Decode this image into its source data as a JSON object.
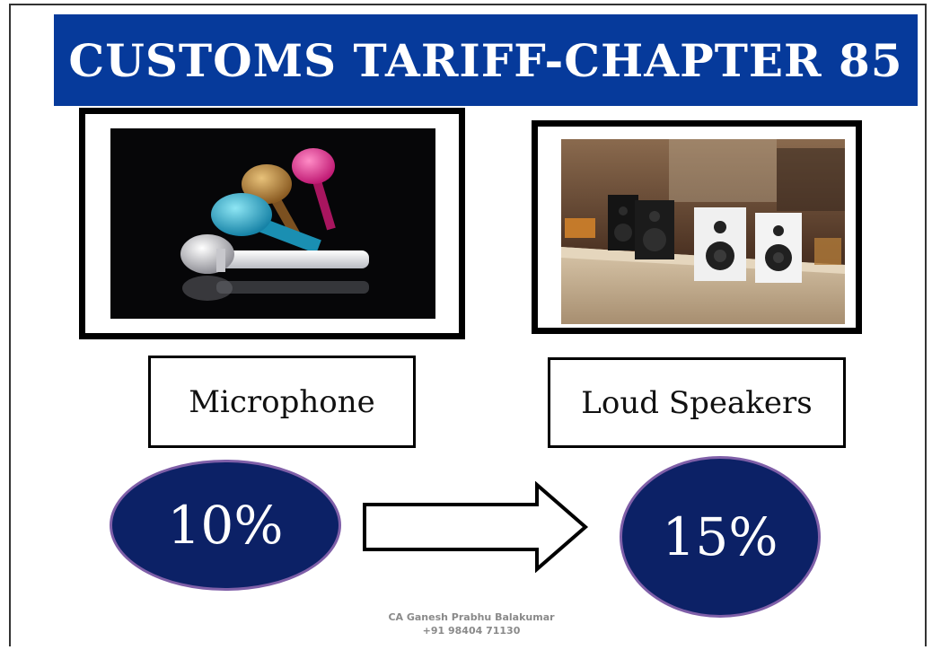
{
  "slide": {
    "title": "CUSTOMS TARIFF-CHAPTER 85",
    "title_bar_color": "#063a9b",
    "items": [
      {
        "label": "Microphone",
        "rate": "10%",
        "image_icon": "microphone-photo"
      },
      {
        "label": "Loud Speakers",
        "rate": "15%",
        "image_icon": "loudspeaker-photo"
      }
    ],
    "transition_icon": "right-arrow-icon",
    "rate_ellipse_color": "#0c2166",
    "footer": {
      "name": "CA Ganesh Prabhu Balakumar",
      "phone": "+91 98404 71130"
    }
  }
}
